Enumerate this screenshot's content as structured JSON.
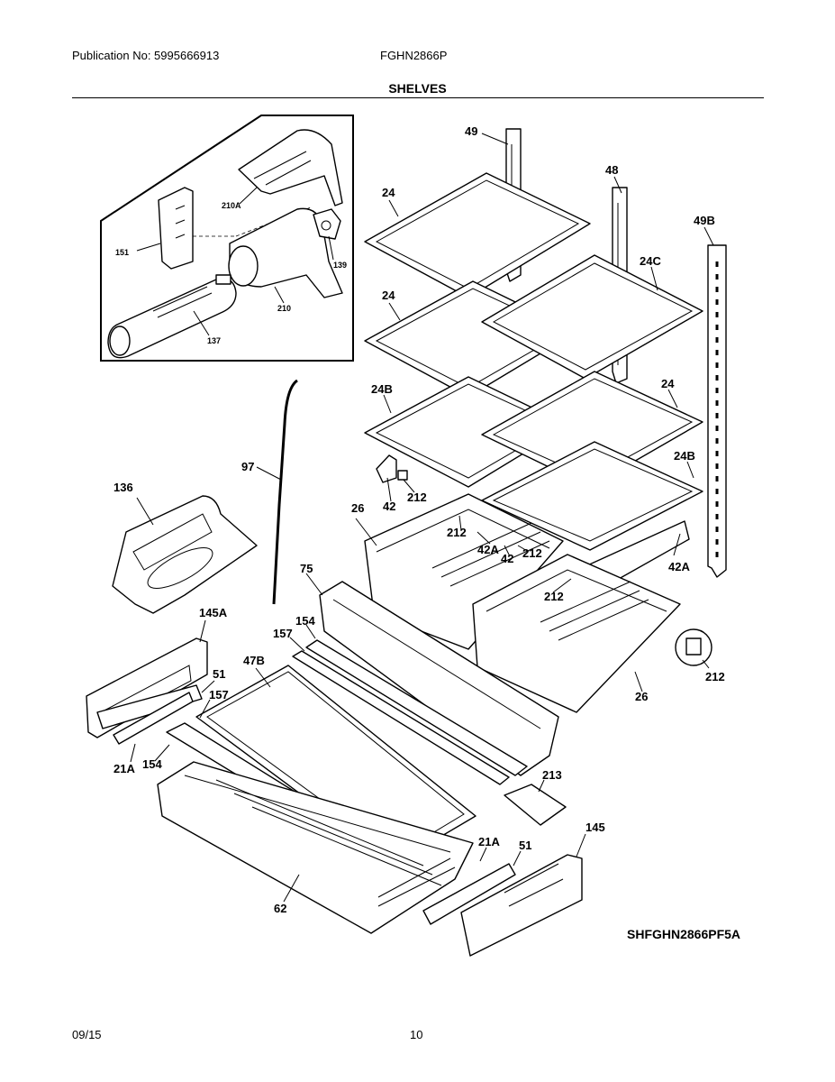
{
  "header": {
    "publication": "Publication No: 5995666913",
    "model": "FGHN2866P",
    "title": "SHELVES"
  },
  "footer": {
    "date": "09/15",
    "page": "10"
  },
  "diagram_code": "SHFGHN2866PF5A",
  "callouts": {
    "c49": "49",
    "c48": "48",
    "c49b": "49B",
    "c24a": "24",
    "c24b": "24",
    "c24c": "24C",
    "c24d": "24",
    "c24ba": "24B",
    "c24bb": "24B",
    "c42": "42",
    "c212a": "212",
    "c42a1": "42A",
    "c42b": "42",
    "c212b": "212",
    "c212c": "212",
    "c42a2": "42A",
    "c212d": "212",
    "c212e": "212",
    "c26a": "26",
    "c26b": "26",
    "c75": "75",
    "c97": "97",
    "c136": "136",
    "c145a": "145A",
    "c157a": "157",
    "c154a": "154",
    "c47b": "47B",
    "c51a": "51",
    "c157b": "157",
    "c21aa": "21A",
    "c154b": "154",
    "c213": "213",
    "c145": "145",
    "c21ab": "21A",
    "c51b": "51",
    "c62": "62"
  },
  "inset_callouts": {
    "c151": "151",
    "c210a": "210A",
    "c139": "139",
    "c210": "210",
    "c137": "137"
  }
}
